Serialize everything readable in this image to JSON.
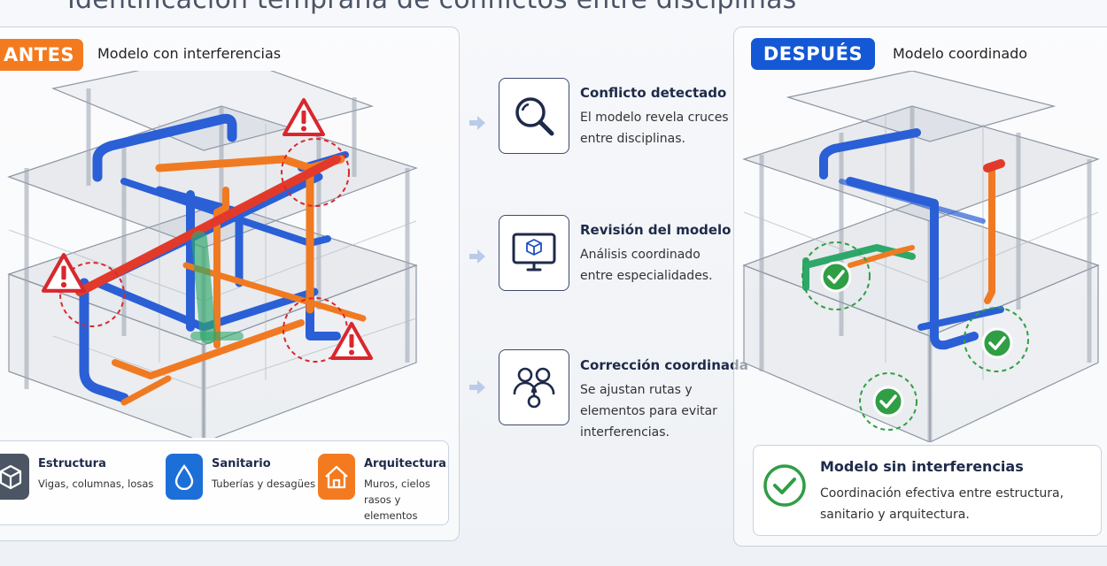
{
  "title": "Identificación temprana de conflictos entre disciplinas",
  "before": {
    "badge": "ANTES",
    "subtitle": "Modelo con interferencias"
  },
  "after": {
    "badge": "DESPUÉS",
    "subtitle": "Modelo coordinado"
  },
  "legend": [
    {
      "title": "Estructura",
      "desc": "Vigas, columnas, losas",
      "icon": "cube-icon",
      "color": "#4b5563"
    },
    {
      "title": "Sanitario",
      "desc": "Tuberías y desagües",
      "icon": "water-drop-icon",
      "color": "#1d6fd8"
    },
    {
      "title": "Arquitectura",
      "desc": "Muros, cielos rasos y elementos",
      "icon": "house-icon",
      "color": "#f47a1f"
    }
  ],
  "steps": [
    {
      "title": "Conflicto detectado",
      "desc": "El modelo revela cruces entre disciplinas.",
      "icon": "magnifier-icon"
    },
    {
      "title": "Revisión del modelo",
      "desc": "Análisis coordinado entre especialidades.",
      "icon": "monitor-cube-icon"
    },
    {
      "title": "Corrección coordinada",
      "desc": "Se ajustan rutas y elementos para evitar interferencias.",
      "icon": "team-icon"
    }
  ],
  "result": {
    "title": "Modelo sin interferencias",
    "desc": "Coordinación efectiva entre estructura, sanitario y arquitectura."
  },
  "colors": {
    "before_badge": "#f47a1f",
    "after_badge": "#1458d6",
    "pipe_blue": "#2a5fd6",
    "pipe_orange": "#f07a22",
    "pipe_red": "#e23a2a",
    "pipe_green": "#2ea86a",
    "warning": "#d9272e",
    "check": "#2f9e44"
  }
}
